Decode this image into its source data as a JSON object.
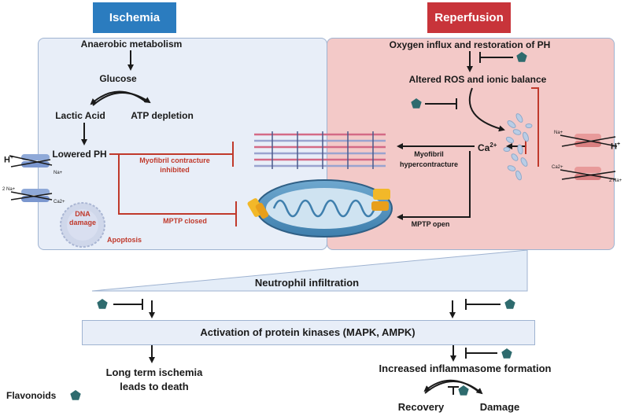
{
  "colors": {
    "ischemia_tag": "#2b7cbf",
    "reperfusion_tag": "#c8343a",
    "ischemia_panel": "#e8eef8",
    "reperfusion_panel": "#f3c9c8",
    "inhibit_red": "#c0392b",
    "flavonoid": "#2e6b6e",
    "kinase_box": "#e8eef8"
  },
  "icons": [
    "flavonoid-pentagon-icon",
    "ion-channel-icon",
    "myofibril-icon",
    "mitochondrion-icon",
    "dna-damage-cell-icon",
    "calcium-ions-icon"
  ],
  "ischemia": {
    "tag": "Ischemia",
    "anaerobic": "Anaerobic metabolism",
    "glucose": "Glucose",
    "lactic": "Lactic Acid",
    "atp": "ATP depletion",
    "lowered_ph": "Lowered PH",
    "myofibril_line1": "Myofibril contracture",
    "myofibril_line2": "inhibited",
    "mptp_closed": "MPTP closed",
    "dna_line1": "DNA",
    "dna_line2": "damage",
    "apoptosis": "Apoptosis",
    "channel1_h": "H",
    "channel1_h_sup": "+",
    "channel1_na": "Na+",
    "channel2_left": "2 Na+",
    "channel2_ca": "Ca2+"
  },
  "reperfusion": {
    "tag": "Reperfusion",
    "oxygen": "Oxygen influx and restoration of PH",
    "altered_ros": "Altered ROS and ionic balance",
    "ca": "Ca",
    "ca_sup": "2+",
    "myofibril_line1": "Myofibril",
    "myofibril_line2": "hypercontracture",
    "mptp_open": "MPTP open",
    "channel1_na": "Na+",
    "channel1_h": "H",
    "channel1_h_sup": "+",
    "channel2_ca": "Ca2+",
    "channel2_right": "2 Na+"
  },
  "bottom": {
    "neutrophil": "Neutrophil infiltration",
    "kinases": "Activation of protein kinases (MAPK, AMPK)",
    "long_term_line1": "Long term ischemia",
    "long_term_line2": "leads to death",
    "inflammasome": "Increased inflammasome formation",
    "recovery": "Recovery",
    "damage": "Damage"
  },
  "legend": {
    "flavonoids": "Flavonoids"
  }
}
